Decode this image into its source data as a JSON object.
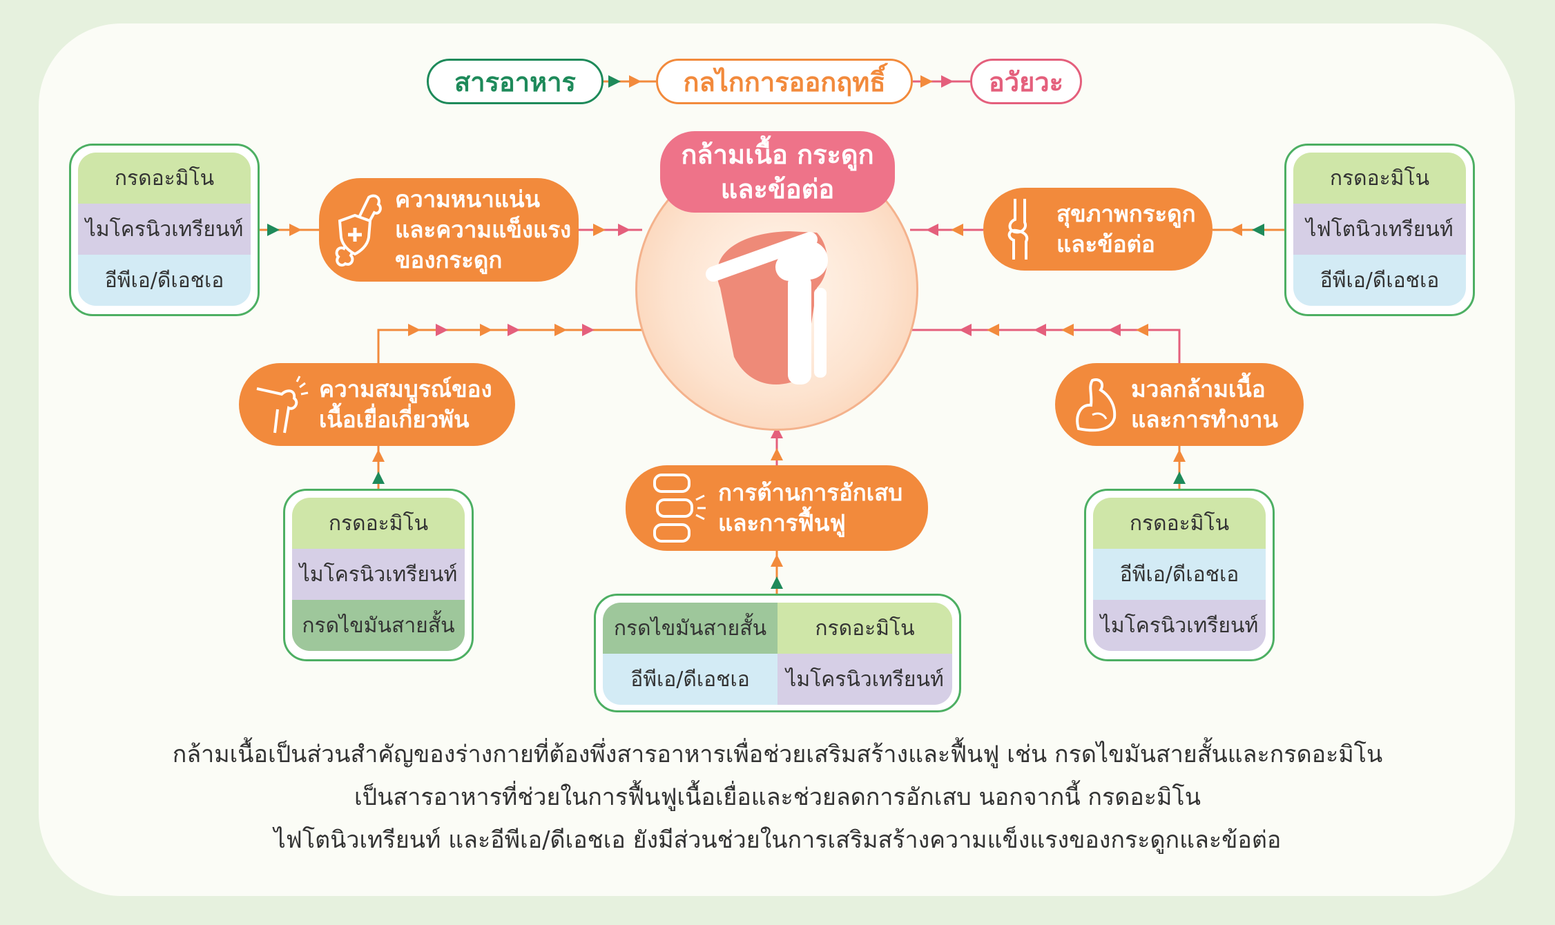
{
  "legend": {
    "nutrients": "สารอาหาร",
    "mechanism": "กลไกการออกฤทธิ์",
    "organ": "อวัยวะ"
  },
  "center": {
    "title": "กล้ามเนื้อ กระดูก\nและข้อต่อ"
  },
  "mechanisms": {
    "bone_density": "ความหนาแน่น\nและความแข็งแรง\nของกระดูก",
    "bone_joint_health": "สุขภาพกระดูก\nและข้อต่อ",
    "connective_tissue": "ความสมบูรณ์ของ\nเนื้อเยื่อเกี่ยวพัน",
    "anti_inflammation": "การต้านการอักเสบ\nและการฟื้นฟู",
    "muscle_mass": "มวลกล้ามเนื้อ\nและการทำงาน"
  },
  "nutrient_groups": {
    "top_left": [
      "กรดอะมิโน",
      "ไมโครนิวเทรียนท์",
      "อีพีเอ/ดีเอชเอ"
    ],
    "top_right": [
      "กรดอะมิโน",
      "ไฟโตนิวเทรียนท์",
      "อีพีเอ/ดีเอชเอ"
    ],
    "bottom_left": [
      "กรดอะมิโน",
      "ไมโครนิวเทรียนท์",
      "กรดไขมันสายสั้น"
    ],
    "bottom_center": [
      "กรดไขมันสายสั้น",
      "กรดอะมิโน",
      "อีพีเอ/ดีเอชเอ",
      "ไมโครนิวเทรียนท์"
    ],
    "bottom_right": [
      "กรดอะมิโน",
      "อีพีเอ/ดีเอชเอ",
      "ไมโครนิวเทรียนท์"
    ]
  },
  "description": [
    "กล้ามเนื้อเป็นส่วนสำคัญของร่างกายที่ต้องพึ่งสารอาหารเพื่อช่วยเสริมสร้างและฟื้นฟู เช่น กรดไขมันสายสั้นและกรดอะมิโน",
    "เป็นสารอาหารที่ช่วยในการฟื้นฟูเนื้อเยื่อและช่วยลดการอักเสบ นอกจากนี้ กรดอะมิโน",
    "ไฟโตนิวเทรียนท์ และอีพีเอ/ดีเอชเอ ยังมีส่วนช่วยในการเสริมสร้างความแข็งแรงของกระดูกและข้อต่อ"
  ],
  "colors": {
    "green": "#1e8a5a",
    "orange": "#f28a3c",
    "pink": "#e45f7c",
    "amino": "#cfe6a8",
    "micro": "#d6cfe6",
    "epa": "#d3ebf5",
    "scfa": "#9ec79b",
    "phyto": "#d6cfe6"
  },
  "icons": [
    "bone-shield-icon",
    "joint-icon",
    "knee-joint-icon",
    "spine-icon",
    "muscle-arm-icon"
  ]
}
